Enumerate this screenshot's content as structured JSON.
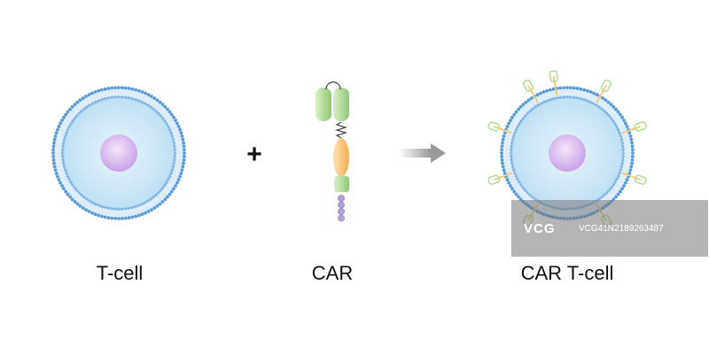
{
  "labels": {
    "tcell": "T-cell",
    "car": "CAR",
    "car_tcell": "CAR T-cell"
  },
  "operators": {
    "plus": "+"
  },
  "watermark": {
    "logo": "VCG",
    "id": "VCG41N2189263487"
  },
  "colors": {
    "membrane": "#5b9bd5",
    "cytoplasm": "#cfe8f8",
    "nucleus": "#d8b4f0",
    "receptor_green": "#b5dd9a",
    "receptor_orange": "#f7c77a",
    "receptor_purple": "#b39ddb",
    "arrow": "#b0b0b0"
  }
}
